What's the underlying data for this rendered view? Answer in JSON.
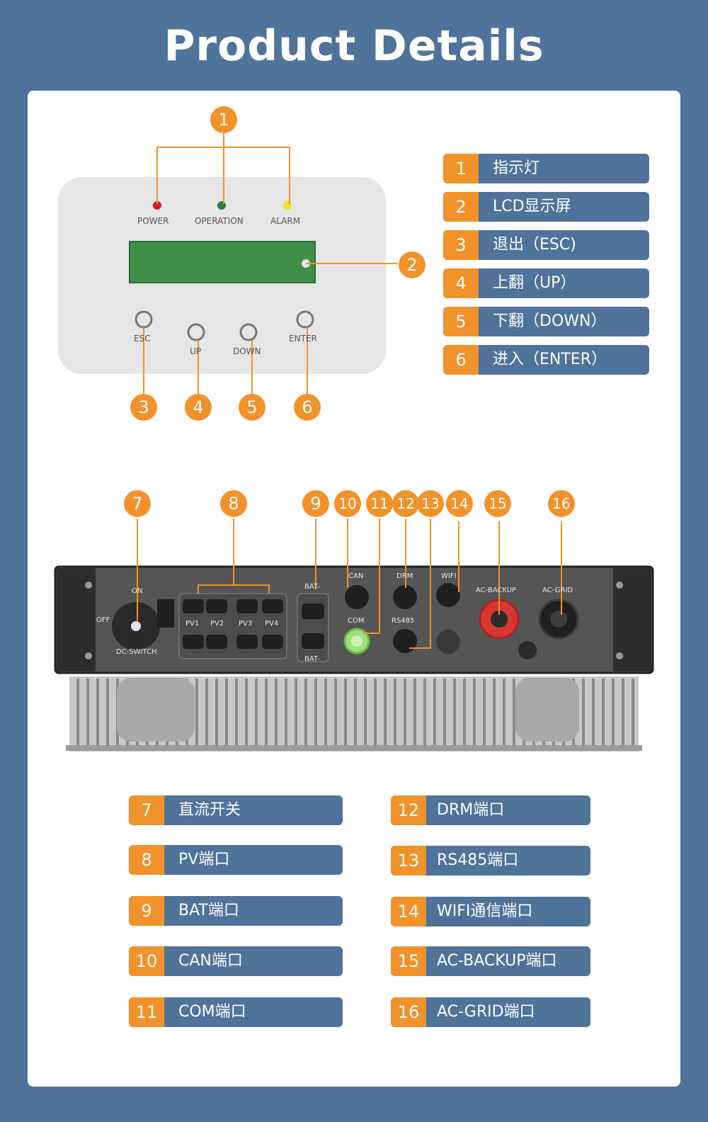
{
  "title": "Product Details",
  "colors": {
    "background": "#4f739a",
    "accent": "#f2922a",
    "card": "#ffffff"
  },
  "panel": {
    "indicators": [
      {
        "label": "POWER",
        "color": "#e0161c"
      },
      {
        "label": "OPERATION",
        "color": "#2f7a3a"
      },
      {
        "label": "ALARM",
        "color": "#f0e020"
      }
    ],
    "buttons": [
      "ESC",
      "UP",
      "DOWN",
      "ENTER"
    ]
  },
  "panel_legend": [
    {
      "num": "1",
      "label": "指示灯"
    },
    {
      "num": "2",
      "label": "LCD显示屏"
    },
    {
      "num": "3",
      "label": "退出（ESC)"
    },
    {
      "num": "4",
      "label": "上翻（UP）"
    },
    {
      "num": "5",
      "label": "下翻（DOWN）"
    },
    {
      "num": "6",
      "label": "进入（ENTER）"
    }
  ],
  "panel_badges": [
    "1",
    "2",
    "3",
    "4",
    "5",
    "6"
  ],
  "device": {
    "labels": {
      "on": "ON",
      "off": "OFF",
      "dc_switch": "DC-SWITCH",
      "pv1": "PV1",
      "pv2": "PV2",
      "pv3": "PV3",
      "pv4": "PV4",
      "bat_top": "BAT-",
      "bat_bottom": "BAT-",
      "can": "CAN",
      "com": "COM",
      "drm": "DRM",
      "rs485": "RS485",
      "wifi": "WIFI",
      "ac_backup": "AC-BACKUP",
      "ac_grid": "AC-GRID"
    }
  },
  "device_badges": [
    "7",
    "8",
    "9",
    "10",
    "11",
    "12",
    "13",
    "14",
    "15",
    "16"
  ],
  "device_legend_left": [
    {
      "num": "7",
      "label": "直流开关"
    },
    {
      "num": "8",
      "label": "PV端口"
    },
    {
      "num": "9",
      "label": "BAT端口"
    },
    {
      "num": "10",
      "label": "CAN端口"
    },
    {
      "num": "11",
      "label": "COM端口"
    }
  ],
  "device_legend_right": [
    {
      "num": "12",
      "label": "DRM端口"
    },
    {
      "num": "13",
      "label": "RS485端口"
    },
    {
      "num": "14",
      "label": "WIFI通信端口"
    },
    {
      "num": "15",
      "label": "AC-BACKUP端口"
    },
    {
      "num": "16",
      "label": "AC-GRID端口"
    }
  ]
}
